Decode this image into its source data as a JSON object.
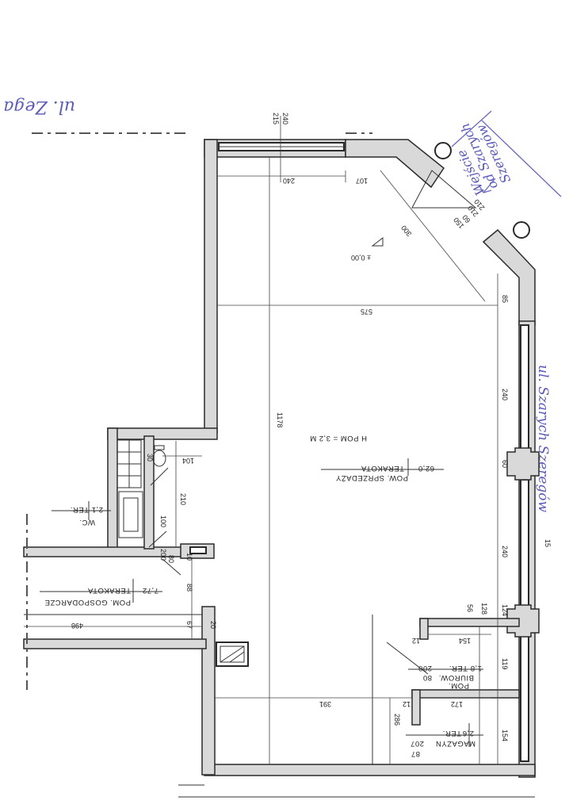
{
  "street_top": "ul. Zega",
  "street_right": "ul. Szarych Szeregów",
  "entrance_note_1": "Wejście",
  "entrance_note_2": "od Szarych",
  "entrance_note_3": "Szeregów",
  "level_mark": "± 0,00",
  "rooms": {
    "sales": {
      "name": "POW. SPRZEDAŻY",
      "area": "62,0",
      "floor": "TERAKOTA",
      "height": "H POM = 3,2 M"
    },
    "wc": {
      "name": "WC.",
      "area": "2,1",
      "floor": "TER."
    },
    "utility": {
      "name": "POM. GOSPODARCZE",
      "area": "7,72",
      "floor": "TERAKOTA"
    },
    "office": {
      "name_1": "POM.",
      "name_2": "BIUROW.",
      "area": "1,8",
      "floor": "TER.",
      "door": "80",
      "door_h": "200"
    },
    "storage": {
      "name": "MAGAZYN",
      "area": "2,6",
      "floor": "TER.",
      "door": "87",
      "door_h": "207"
    }
  },
  "dimensions": {
    "top_window_1": "240",
    "top_window_2": "215",
    "top_inner": "240",
    "top_107": "107",
    "diag_300": "300",
    "door_150": "150",
    "door_60": "60",
    "door_210a": "210",
    "door_210b": "210",
    "width_575": "575",
    "height_1178": "1178",
    "right_85": "85",
    "right_240a": "240",
    "right_60": "60",
    "right_240b": "240",
    "right_124": "124",
    "right_119": "119",
    "right_154": "154",
    "right_15": "15",
    "left_104": "104",
    "left_210": "210",
    "left_100": "100",
    "left_80": "80",
    "left_200": "200",
    "left_88": "88",
    "left_67": "67",
    "left_20": "20",
    "left_10": "10",
    "left_498": "498",
    "left_30": "30",
    "bottom_391": "391",
    "bottom_286": "286",
    "bottom_172": "172",
    "office_154": "154",
    "office_128": "128",
    "office_56": "56",
    "office_12": "12",
    "storage_12": "12"
  }
}
